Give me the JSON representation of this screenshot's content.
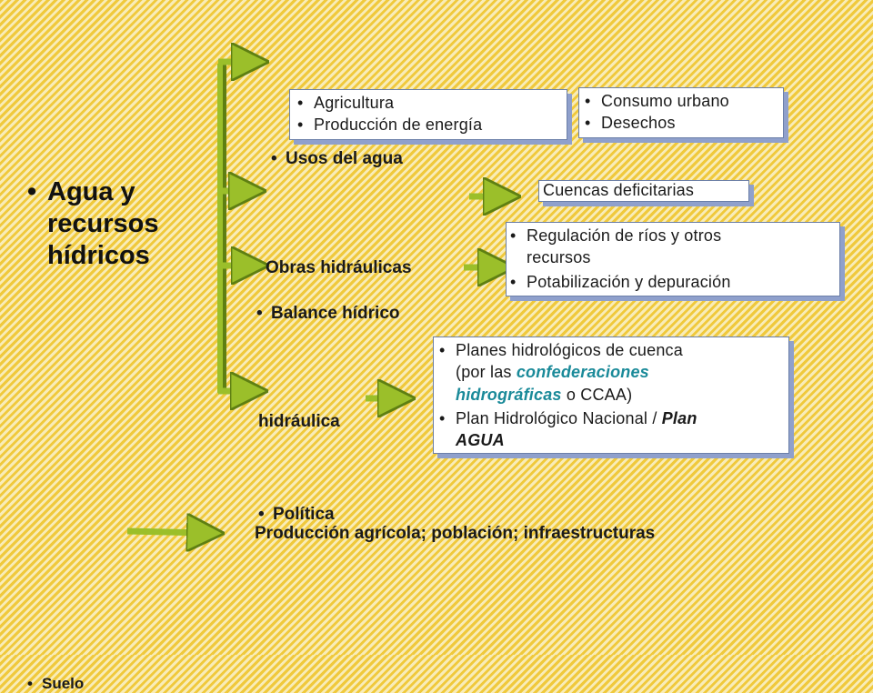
{
  "colors": {
    "arrow_green": "#9bbf2a",
    "arrow_dark": "#5e7f12",
    "box_shadow": "#8fa0cc",
    "accent_teal": "#1a8a99"
  },
  "main_topic": {
    "line1": "Agua y",
    "line2": "recursos",
    "line3": "hídricos"
  },
  "usos": {
    "title": "Usos del agua",
    "box1": [
      "Agricultura",
      "Producción de energía"
    ],
    "box2": [
      "Consumo urbano",
      "Desechos"
    ]
  },
  "balance": {
    "title": "Balance hídrico",
    "result": "Cuencas deficitarias"
  },
  "obras": {
    "title": "Obras hidráulicas",
    "items": [
      "Regulación de ríos y otros",
      "recursos",
      "Potabilización y depuración"
    ]
  },
  "politica": {
    "title_line1": "Política",
    "title_line2": "hidráulica",
    "planes_part1": "Planes hidrológicos de cuenca",
    "planes_part2": "(por las",
    "planes_teal1": "confederaciones",
    "planes_teal2": "hidrográficas",
    "planes_part3": "o CCAA)",
    "plan_nac_part1": "Plan Hidrológico Nacional /",
    "plan_nac_part2": "Plan",
    "plan_nac_part3": "AGUA"
  },
  "suelo": {
    "title": "Suelo",
    "result": "Producción agrícola; población; infraestructuras"
  }
}
